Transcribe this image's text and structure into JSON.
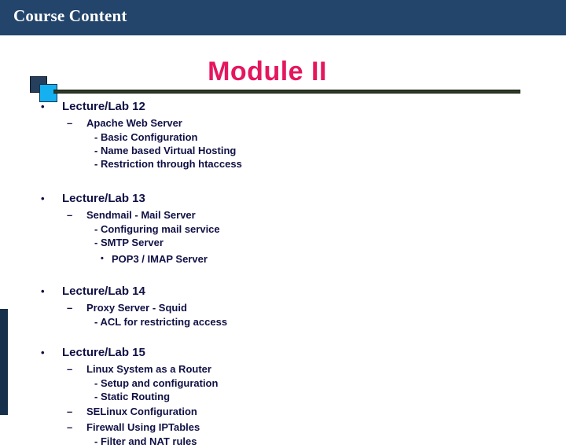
{
  "header": {
    "title": "Course Content",
    "background": "#24456b",
    "text_color": "#ffffff"
  },
  "slide": {
    "title": "Module II",
    "title_color": "#e4175e",
    "rule_color": "#2e3b26",
    "body_text_color": "#101045",
    "accent_bar_color": "#17314d",
    "square_dark_color": "#253f5c",
    "square_cyan_color": "#15b0f0",
    "bullet_glyph": "•",
    "dash_glyph": "–"
  },
  "blocks": [
    {
      "heading": "Lecture/Lab 12",
      "groups": [
        {
          "label": "Apache Web Server",
          "items": [
            {
              "text": "- Basic Configuration",
              "style": "dash"
            },
            {
              "text": "- Name based Virtual Hosting",
              "style": "dash"
            },
            {
              "text": "- Restriction through htaccess",
              "style": "dash"
            }
          ]
        }
      ]
    },
    {
      "heading": "Lecture/Lab 13",
      "groups": [
        {
          "label": "Sendmail - Mail Server",
          "items": [
            {
              "text": "- Configuring mail service",
              "style": "dash"
            },
            {
              "text": "- SMTP Server",
              "style": "dash"
            },
            {
              "text": "POP3 / IMAP Server",
              "style": "bullet"
            }
          ]
        }
      ]
    },
    {
      "heading": "Lecture/Lab 14",
      "groups": [
        {
          "label": "Proxy Server - Squid",
          "items": [
            {
              "text": "- ACL for restricting access",
              "style": "dash"
            }
          ]
        }
      ]
    },
    {
      "heading": "Lecture/Lab 15",
      "groups": [
        {
          "label": "Linux System as a Router",
          "items": [
            {
              "text": "- Setup and configuration",
              "style": "dash"
            },
            {
              "text": "- Static Routing",
              "style": "dash"
            }
          ]
        },
        {
          "label": "SELinux Configuration",
          "items": []
        },
        {
          "label": "Firewall Using IPTables",
          "items": [
            {
              "text": "- Filter and NAT rules",
              "style": "dash"
            }
          ]
        }
      ]
    }
  ]
}
